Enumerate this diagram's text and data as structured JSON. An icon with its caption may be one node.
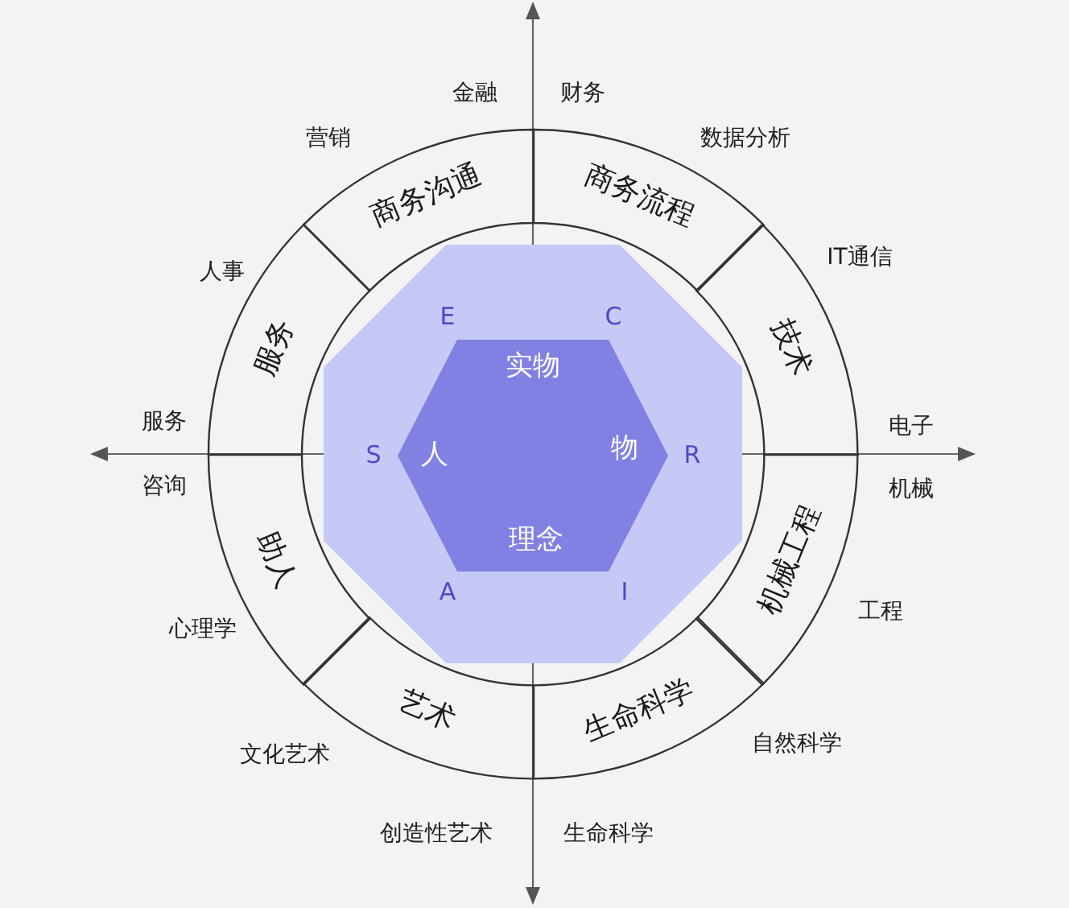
{
  "diagram": {
    "nodes": [
      {
        "text": [
          "商务沟通"
        ]
      },
      {
        "text": [
          "商务流程"
        ]
      },
      {
        "text": [
          "E",
          "C",
          "S",
          "R",
          "A",
          "I"
        ]
      },
      {
        "text": [
          "实物",
          "人",
          "物",
          "理念"
        ],
        "in": 2
      },
      {
        "text": [
          "服务"
        ]
      },
      {
        "text": [
          "技术"
        ]
      },
      {
        "text": [
          "助人"
        ]
      },
      {
        "text": [
          "机械工程"
        ]
      },
      {
        "text": [
          "艺术"
        ]
      },
      {
        "text": [
          "生命科学"
        ]
      }
    ],
    "labels": [
      "金融",
      "财务",
      "营销",
      "数据分析",
      "IT通信",
      "人事",
      "服务",
      "电子",
      "咨询",
      "机械",
      "工程",
      "心理学",
      "自然科学",
      "文化艺术",
      "创造性艺术",
      "生命科学"
    ]
  }
}
